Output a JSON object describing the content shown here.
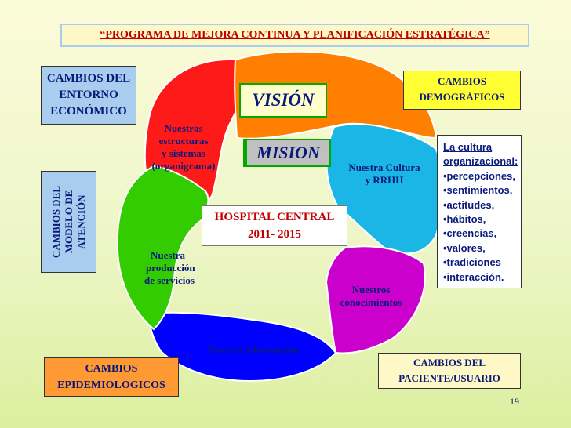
{
  "title": "“PROGRAMA DE MEJORA CONTINUA Y PLANIFICACIÓN ESTRATÉGICA”",
  "boxes": {
    "entorno": [
      "CAMBIOS DEL",
      "ENTORNO",
      "ECONÓMICO"
    ],
    "demograficos": [
      "CAMBIOS",
      "DEMOGRÁFICOS"
    ],
    "modelo": [
      "CAMBIOS DEL",
      "MODELO DE",
      "ATENCIÓN"
    ],
    "epidemiologicos": [
      "CAMBIOS",
      "EPIDEMIOLOGICOS"
    ],
    "paciente": [
      "CAMBIOS  DEL",
      "PACIENTE/USUARIO"
    ]
  },
  "cultura": {
    "heading": [
      "La cultura",
      "organizacional:"
    ],
    "items": [
      "•percepciones,",
      "•sentimientos,",
      "•actitudes,",
      "•hábitos,",
      "•creencias,",
      "•valores,",
      "•tradiciones",
      "•interacción."
    ]
  },
  "center": {
    "vision": "VISIÓN",
    "mision": "MISION",
    "hospital": [
      "HOSPITAL CENTRAL",
      "2011- 2015"
    ]
  },
  "petals": {
    "estructuras": [
      "Nuestras",
      "estructuras",
      "y sistemas",
      "(organigrama)"
    ],
    "cultura_rrhh": [
      "Nuestra Cultura",
      "y  RRHH"
    ],
    "produccion": [
      "Nuestra",
      "producción",
      "de servicios"
    ],
    "conocimientos": [
      "Nuestros",
      "conocimientos"
    ],
    "informacion": "Nuestra información"
  },
  "petal_colors": {
    "red": "#ff1a1a",
    "orange": "#ff8000",
    "cyan": "#1ab6e6",
    "magenta": "#cc00cc",
    "blue": "#0000ff",
    "green": "#33cc00"
  },
  "page_number": "19"
}
